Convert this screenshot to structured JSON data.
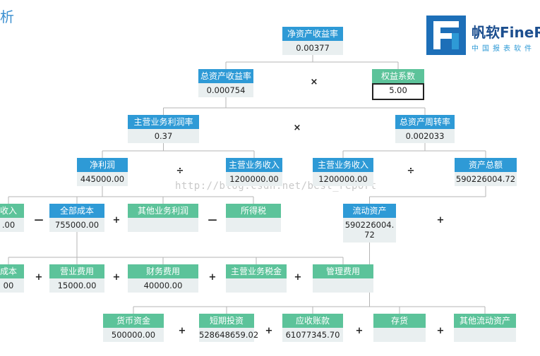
{
  "title_fragment": "析",
  "watermark": "http://blog.csdn.net/best_report",
  "logo": {
    "brand": "帆软FineR",
    "sub": "中国报表软件"
  },
  "colors": {
    "blue": "#2e9ad6",
    "green": "#5cc39a",
    "value_bg": "#e9eff0"
  },
  "nodes": [
    {
      "id": "roe",
      "label": "净资产收益率",
      "value": "0.00377",
      "color": "blue"
    },
    {
      "id": "roa",
      "label": "总资产收益率",
      "value": "0.000754",
      "color": "blue"
    },
    {
      "id": "equity_mult",
      "label": "权益系数",
      "value": "5.00",
      "color": "green"
    },
    {
      "id": "npm",
      "label": "主营业务利润率",
      "value": "0.37",
      "color": "blue"
    },
    {
      "id": "turnover",
      "label": "总资产周转率",
      "value": "0.002033",
      "color": "blue"
    },
    {
      "id": "net_profit",
      "label": "净利润",
      "value": "445000.00",
      "color": "blue"
    },
    {
      "id": "revenue1",
      "label": "主营业务收入",
      "value": "1200000.00",
      "color": "blue"
    },
    {
      "id": "revenue2",
      "label": "主营业务收入",
      "value": "1200000.00",
      "color": "blue"
    },
    {
      "id": "total_assets",
      "label": "资产总额",
      "value": "590226004.72",
      "color": "blue"
    },
    {
      "id": "revenue3",
      "label": "收入",
      "value": ".00",
      "color": "green"
    },
    {
      "id": "total_cost",
      "label": "全部成本",
      "value": "755000.00",
      "color": "blue"
    },
    {
      "id": "other_profit",
      "label": "其他业务利润",
      "value": "",
      "color": "green"
    },
    {
      "id": "income_tax",
      "label": "所得税",
      "value": "",
      "color": "green"
    },
    {
      "id": "current_assets",
      "label": "流动资产",
      "value": "590226004.72",
      "color": "blue"
    },
    {
      "id": "cost",
      "label": "成本",
      "value": "00",
      "color": "green"
    },
    {
      "id": "sales_exp",
      "label": "营业费用",
      "value": "15000.00",
      "color": "green"
    },
    {
      "id": "fin_exp",
      "label": "财务费用",
      "value": "40000.00",
      "color": "green"
    },
    {
      "id": "biz_tax",
      "label": "主营业务税金",
      "value": "",
      "color": "green"
    },
    {
      "id": "admin_exp",
      "label": "管理费用",
      "value": "",
      "color": "green"
    },
    {
      "id": "cash",
      "label": "货币资金",
      "value": "500000.00",
      "color": "green"
    },
    {
      "id": "st_invest",
      "label": "短期投资",
      "value": "528648659.02",
      "color": "green"
    },
    {
      "id": "receivable",
      "label": "应收账款",
      "value": "61077345.70",
      "color": "green"
    },
    {
      "id": "inventory",
      "label": "存货",
      "value": "",
      "color": "green"
    },
    {
      "id": "other_current",
      "label": "其他流动资产",
      "value": "",
      "color": "green"
    }
  ],
  "operators": [
    {
      "id": "op1",
      "symbol": "×"
    },
    {
      "id": "op2",
      "symbol": "×"
    },
    {
      "id": "op3",
      "symbol": "÷"
    },
    {
      "id": "op4",
      "symbol": "÷"
    },
    {
      "id": "op5",
      "symbol": "—"
    },
    {
      "id": "op6",
      "symbol": "+"
    },
    {
      "id": "op7",
      "symbol": "—"
    },
    {
      "id": "op8",
      "symbol": "+"
    },
    {
      "id": "op9",
      "symbol": "+"
    },
    {
      "id": "op10",
      "symbol": "+"
    },
    {
      "id": "op11",
      "symbol": "+"
    },
    {
      "id": "op12",
      "symbol": "+"
    },
    {
      "id": "op13",
      "symbol": "+"
    },
    {
      "id": "op14",
      "symbol": "+"
    },
    {
      "id": "op15",
      "symbol": "+"
    },
    {
      "id": "op16",
      "symbol": "+"
    }
  ]
}
